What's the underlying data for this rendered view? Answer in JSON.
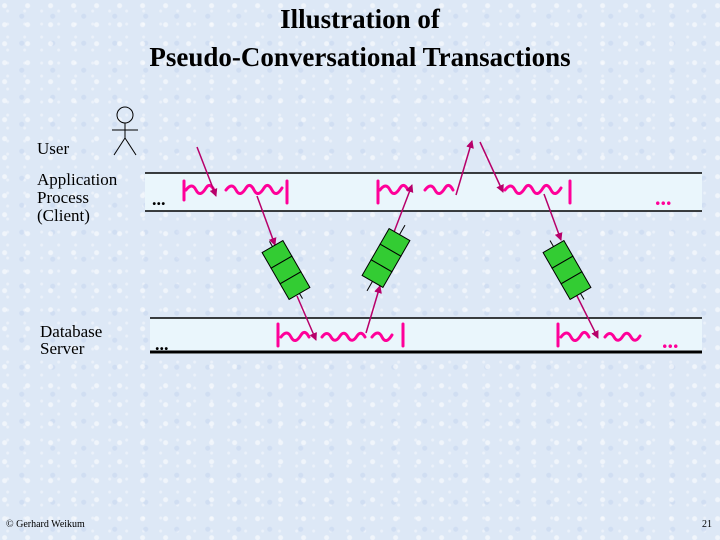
{
  "title": {
    "line1": "Illustration of",
    "line2": "Pseudo-Conversational Transactions"
  },
  "labels": {
    "user": "User",
    "app_line1": "Application",
    "app_line2": "Process",
    "app_line3": "(Client)",
    "db_line1": "Database",
    "db_line2": "Server"
  },
  "ellipsis": "...",
  "footer": {
    "copyright": "© Gerhard Weikum",
    "page": "21"
  },
  "colors": {
    "activity": "#ff0099",
    "arrow": "#b7006a",
    "message": "#33cc33",
    "band": "#e8f4fb"
  }
}
